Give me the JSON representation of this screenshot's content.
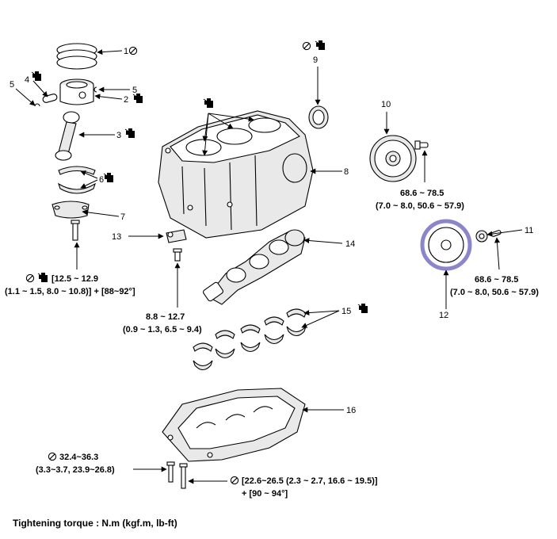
{
  "callouts": {
    "c1": "1",
    "c2": "2",
    "c3": "3",
    "c4": "4",
    "c5a": "5",
    "c5b": "5",
    "c6": "6",
    "c7": "7",
    "c8": "8",
    "c9": "9",
    "c10": "10",
    "c11": "11",
    "c12": "12",
    "c13": "13",
    "c14": "14",
    "c15": "15",
    "c16": "16"
  },
  "torques": {
    "conrod_line1": "[12.5 ~ 12.9",
    "conrod_line2": "(1.1 ~ 1.5, 8.0 ~ 10.8)] + [88~92°]",
    "oil_jet_line1": "8.8 ~ 12.7",
    "oil_jet_line2": "(0.9 ~ 1.3, 6.5 ~ 9.4)",
    "flywheel_line1": "68.6 ~ 78.5",
    "flywheel_line2": "(7.0 ~ 8.0, 50.6 ~ 57.9)",
    "driveplate_line1": "68.6 ~ 78.5",
    "driveplate_line2": "(7.0 ~ 8.0, 50.6 ~ 57.9)",
    "ladder_line1": "32.4~36.3",
    "ladder_line2": "(3.3~3.7, 23.9~26.8)",
    "main_line1": "[22.6~26.5 (2.3 ~ 2.7, 16.6 ~ 19.5)]",
    "main_line2": "+ [90 ~ 94°]"
  },
  "footer": "Tightening torque : N.m (kgf.m, lb-ft)",
  "icons": {
    "no_reuse": "do-not-reuse-icon",
    "oil": "apply-engine-oil-icon"
  },
  "colors": {
    "ring_gear": "#8b85c9",
    "line": "#000000"
  }
}
